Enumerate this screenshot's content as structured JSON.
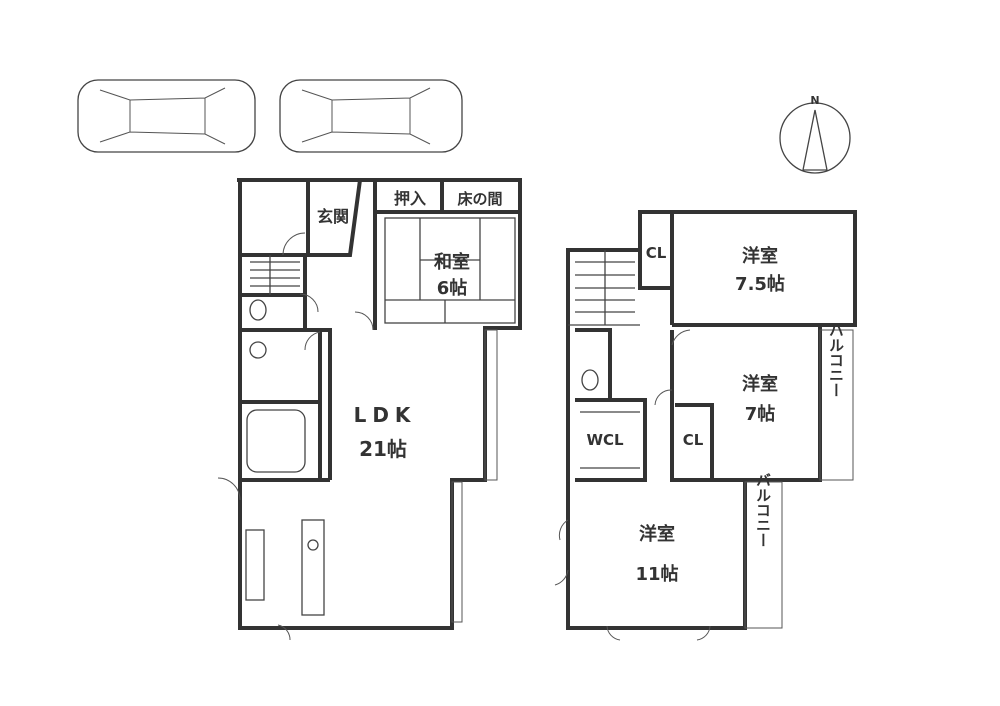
{
  "compass": {
    "label": "N"
  },
  "ground_floor": {
    "genkan": "玄関",
    "oshiire": "押入",
    "tokonoma": "床の間",
    "washitsu": {
      "name": "和室",
      "size": "6帖"
    },
    "ldk": {
      "name": "LDK",
      "size": "21帖"
    }
  },
  "second_floor": {
    "cl_top": "CL",
    "room_75": {
      "name": "洋室",
      "size": "7.5帖"
    },
    "room_7": {
      "name": "洋室",
      "size": "7帖"
    },
    "cl_mid": "CL",
    "balcony_right": "バルコニー",
    "wcl": "WCL",
    "room_11": {
      "name": "洋室",
      "size": "11帖"
    },
    "balcony_bottom": "バルコニー"
  }
}
